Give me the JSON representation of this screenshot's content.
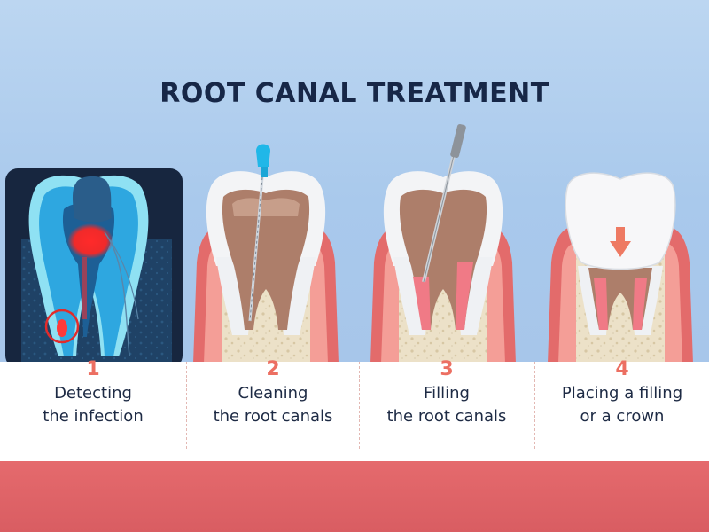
{
  "title": "ROOT CANAL TREATMENT",
  "steps": [
    {
      "number": "1",
      "line1": "Detecting",
      "line2": "the infection"
    },
    {
      "number": "2",
      "line1": "Cleaning",
      "line2": "the root canals"
    },
    {
      "number": "3",
      "line1": "Filling",
      "line2": "the root canals"
    },
    {
      "number": "4",
      "line1": "Placing a filling",
      "line2": "or a crown"
    }
  ],
  "colors": {
    "sky": "#a9c9ec",
    "title": "#172747",
    "accent": "#ec6f62",
    "gum": "#e56a6d",
    "bone": "#ece0c6",
    "pulp": "#b07f6a",
    "xray": "#1a2a45"
  }
}
